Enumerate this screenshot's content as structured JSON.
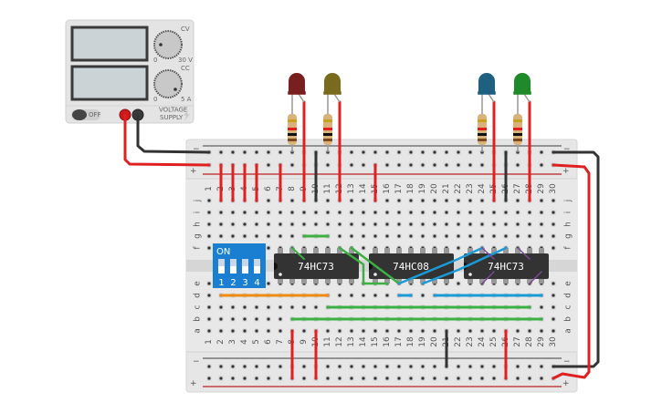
{
  "power_supply": {
    "voltage_mode_label": "CV",
    "current_mode_label": "CC",
    "voltage_min": "0",
    "voltage_max": "30 V",
    "current_min": "0",
    "current_max": "5 A",
    "switch_label": "OFF",
    "brand_line1": "VOLTAGE",
    "brand_line2": "SUPPLY",
    "voltage_knob_level": 0.05,
    "current_knob_level": 0.9
  },
  "breadboard": {
    "rail_minus": "−",
    "rail_plus": "+",
    "rows_top": [
      "j",
      "i",
      "h",
      "g",
      "f"
    ],
    "rows_bottom": [
      "e",
      "d",
      "c",
      "b",
      "a"
    ],
    "columns": [
      "1",
      "2",
      "3",
      "4",
      "5",
      "6",
      "7",
      "8",
      "9",
      "10",
      "11",
      "12",
      "13",
      "14",
      "15",
      "16",
      "17",
      "18",
      "19",
      "20",
      "21",
      "22",
      "23",
      "24",
      "25",
      "26",
      "27",
      "28",
      "29",
      "30"
    ]
  },
  "dip_switch": {
    "on_label": "ON",
    "switch_labels": [
      "1",
      "2",
      "3",
      "4"
    ],
    "color": "#1a7fd0"
  },
  "chips": [
    {
      "label": "74HC73"
    },
    {
      "label": "74HC08"
    },
    {
      "label": "74HC73"
    }
  ],
  "leds": [
    {
      "color": "#7a1f1f",
      "name": "red"
    },
    {
      "color": "#7a6a1e",
      "name": "yellow"
    },
    {
      "color": "#1f5f80",
      "name": "blue"
    },
    {
      "color": "#1f8a2a",
      "name": "green"
    }
  ],
  "wire_colors": {
    "red": "#e02020",
    "black": "#333333",
    "green": "#3cb043",
    "orange": "#f08a10",
    "blue": "#1a9bd7",
    "purple": "#7a4a9a"
  }
}
